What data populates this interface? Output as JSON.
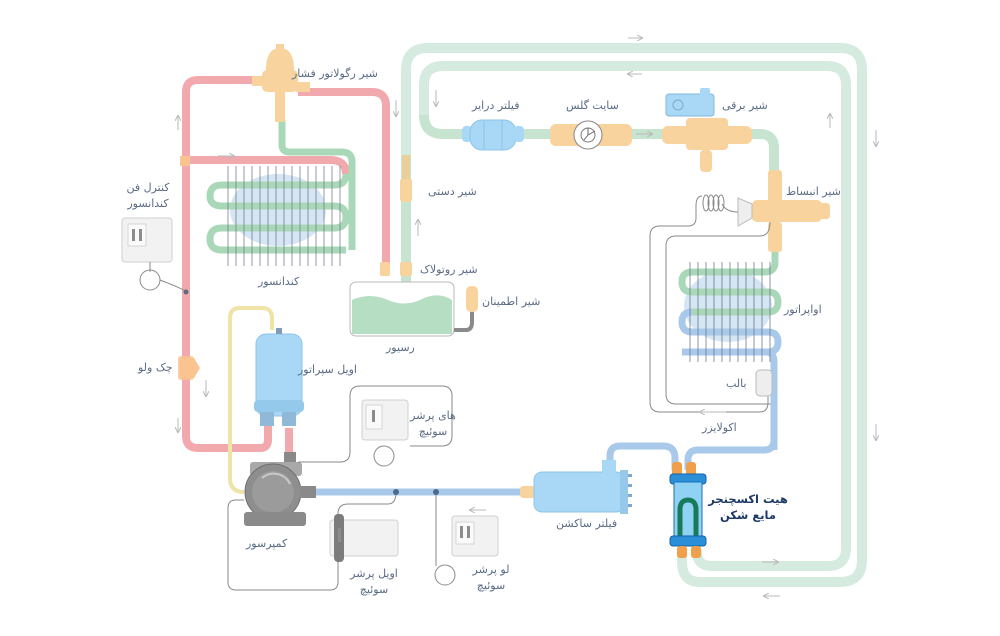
{
  "title": "Refrigeration cycle diagram",
  "colors": {
    "hot_gas": "#f2a9ad",
    "liquid": "#a9d8b8",
    "liquid_outer": "#d6ebdf",
    "suction": "#a9c9ea",
    "oil": "#efe3a6",
    "brass": "#f9d39e",
    "vessel_blue": "#a8d8f5",
    "control_wire": "#8a8a8a",
    "label": "#5a6b86"
  },
  "labels": {
    "pressure_regulator_valve": "شیر رگولاتور فشار",
    "filter_dryer": "فیلتر درایر",
    "sight_glass": "سایت گلس",
    "solenoid_valve": "شیر برقی",
    "condenser_fan_control_1": "کنترل فن",
    "condenser_fan_control_2": "کندانسور",
    "condenser": "کندانسور",
    "manual_valve": "شیر دستی",
    "rotolock_valve": "شیر روتولاک",
    "safety_valve": "شیر اطمینان",
    "receiver": "رسیور",
    "expansion_valve": "شیر انبساط",
    "evaporator": "اواپراتور",
    "bulb": "بالب",
    "equalizer": "اکولایزر",
    "check_valve": "چک ولو",
    "oil_separator": "اویل سپراتور",
    "high_pressure_switch_1": "های پرشر",
    "high_pressure_switch_2": "سوئیچ",
    "compressor": "کمپرسور",
    "oil_pressure_switch_1": "اویل پرشر",
    "oil_pressure_switch_2": "سوئیچ",
    "low_pressure_switch_1": "لو پرشر",
    "low_pressure_switch_2": "سوئیچ",
    "suction_filter": "فیلتر ساکشن",
    "heat_exchanger_1": "هیت اکسچنجر",
    "heat_exchanger_2": "مایع شکن"
  }
}
